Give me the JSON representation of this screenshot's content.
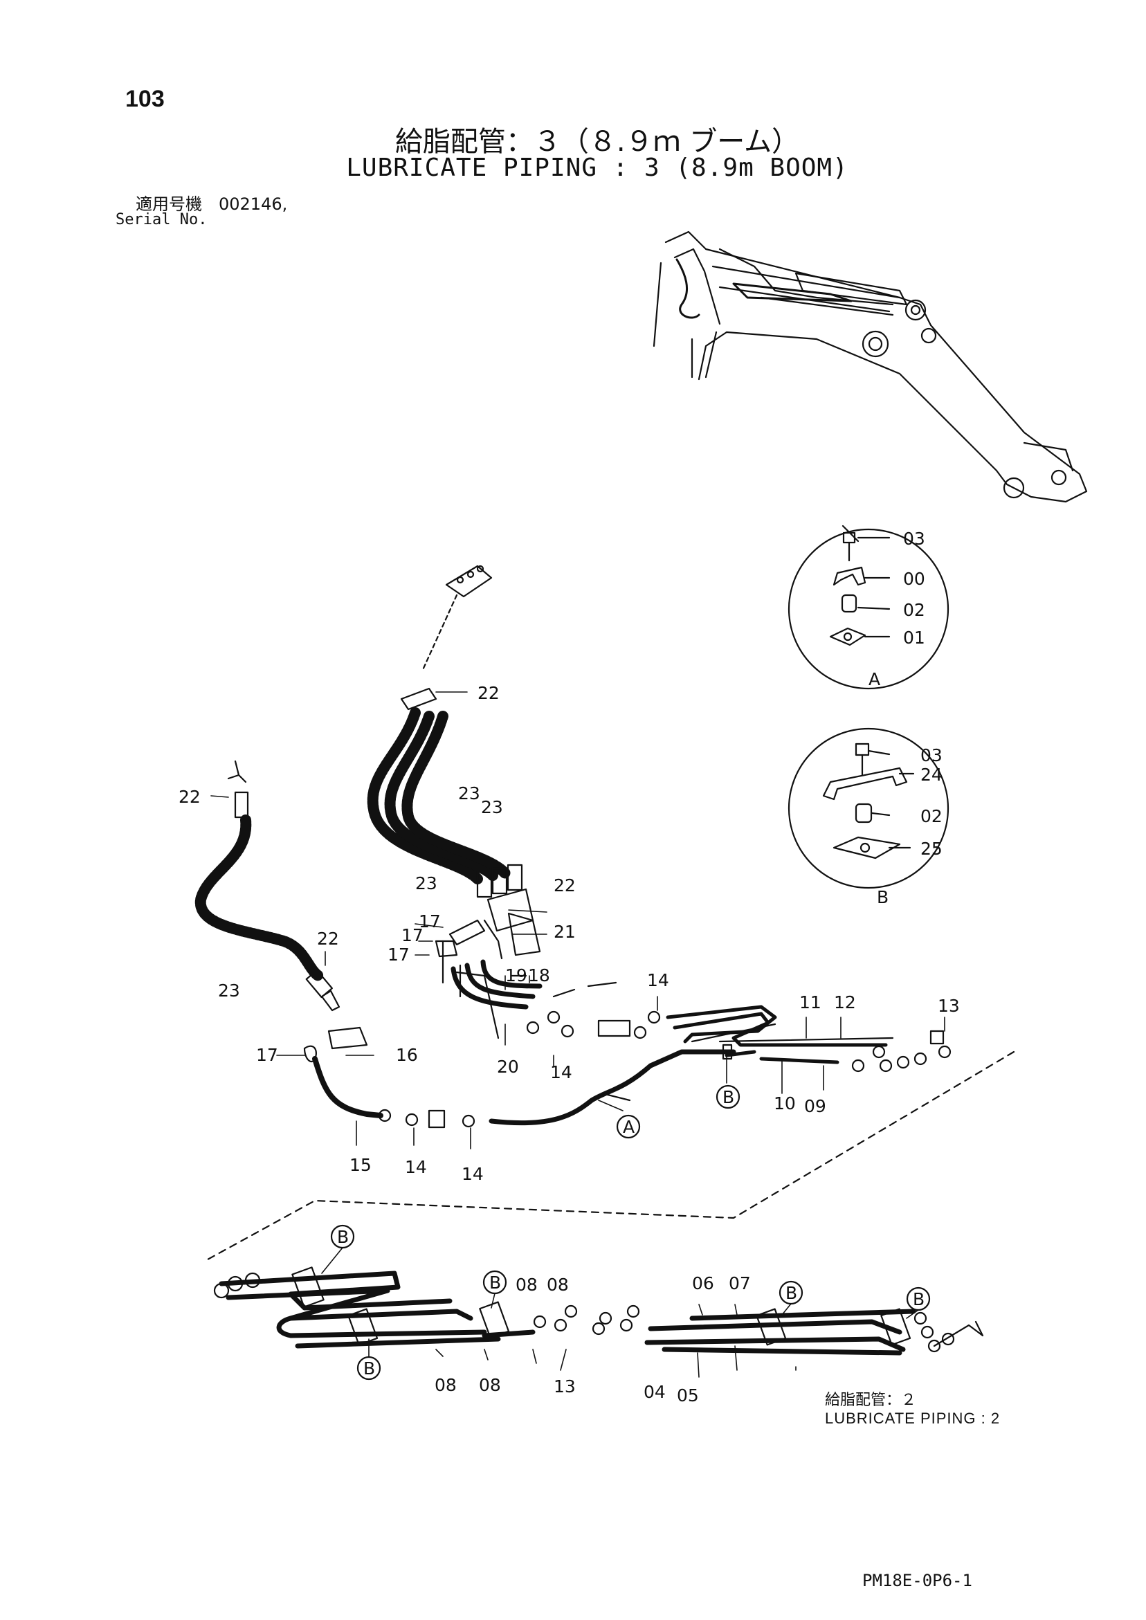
{
  "header": {
    "page_number": "103",
    "title_jp": "給脂配管：３（８.９ｍ ブーム）",
    "title_en": "LUBRICATE PIPING : 3 (8.9m BOOM)",
    "serial_jp": "適用号機　002146,",
    "serial_en": "Serial No."
  },
  "callouts": {
    "detail_a": [
      "03",
      "00",
      "02",
      "01"
    ],
    "detail_a_label": "A",
    "detail_b": [
      "03",
      "24",
      "02",
      "25"
    ],
    "detail_b_label": "B",
    "main": {
      "c22a": "22",
      "c22b": "22",
      "c22c": "22",
      "c22d": "22",
      "c23a": "23",
      "c23b": "23",
      "c23c": "23",
      "c23d": "23",
      "c21": "21",
      "c17a": "17",
      "c17b": "17",
      "c17c": "17",
      "c17d": "17",
      "c19": "19",
      "c18": "18",
      "c14a": "14",
      "c14b": "14",
      "c14c": "14",
      "c14d": "14",
      "c16": "16",
      "c20": "20",
      "c15": "15",
      "c11": "11",
      "c12": "12",
      "c13a": "13",
      "c10": "10",
      "c09": "09",
      "mA": "A",
      "mB": "B"
    },
    "lower": {
      "bB1": "B",
      "bB2": "B",
      "bB3": "B",
      "bB4": "B",
      "bB5": "B",
      "c08a": "08",
      "c08b": "08",
      "c08c": "08",
      "c08d": "08",
      "c13b": "13",
      "c06": "06",
      "c07": "07",
      "c04": "04",
      "c05": "05"
    }
  },
  "reference": {
    "jp": "給脂配管：２",
    "en": "LUBRICATE PIPING : 2"
  },
  "footer": {
    "doc_code": "PM18E-0P6-1"
  }
}
